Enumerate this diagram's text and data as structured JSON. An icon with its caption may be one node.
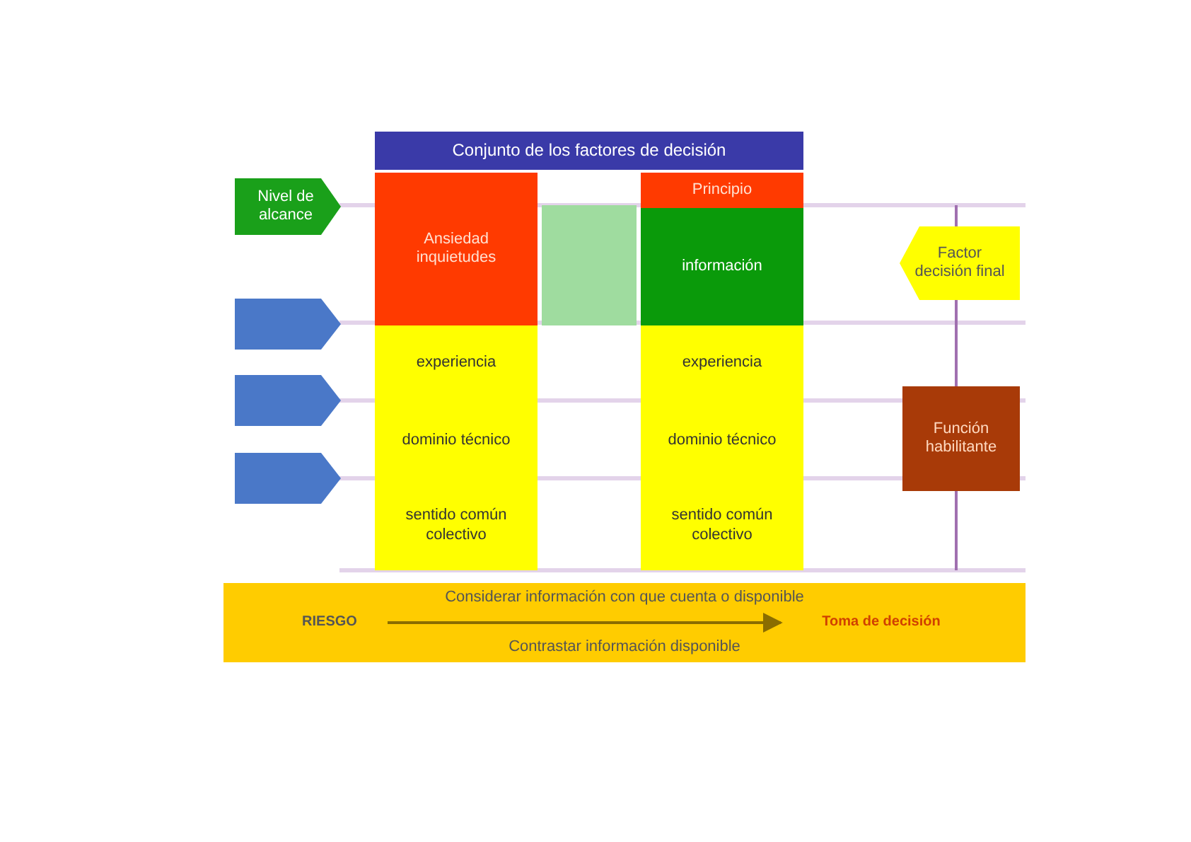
{
  "diagram": {
    "nodes": [
      {
        "text": [
          "Conjunto de los factores de decisión"
        ]
      },
      {
        "text": [
          "Nivel de alcance"
        ]
      },
      {
        "text": [],
        "shape": "pentagon"
      },
      {
        "text": [],
        "shape": "pentagon"
      },
      {
        "text": [],
        "shape": "pentagon"
      },
      {
        "text": [
          "Ansiedad inquietudes"
        ]
      },
      {
        "text": [],
        "shape": "box"
      },
      {
        "text": [
          "Principio"
        ]
      },
      {
        "text": [
          "información"
        ]
      },
      {
        "text": [
          "experiencia"
        ]
      },
      {
        "text": [
          "dominio técnico"
        ]
      },
      {
        "text": [
          "sentido común colectivo"
        ]
      },
      {
        "text": [
          "experiencia"
        ]
      },
      {
        "text": [
          "dominio técnico"
        ]
      },
      {
        "text": [
          "sentido común colectivo"
        ]
      },
      {
        "text": [
          "Factor decisión final"
        ]
      },
      {
        "text": [
          "Función habilitante"
        ]
      },
      {
        "text": [
          "Considerar información con que cuenta o disponible",
          "Contrastar información disponible"
        ]
      },
      {
        "text": [
          "RIESGO"
        ],
        "in": 17
      },
      {
        "text": [
          "Toma de decisión"
        ],
        "in": 17
      }
    ],
    "edges": [
      {
        "from": 15,
        "to": 16,
        "arrow": "none"
      },
      {
        "from": 18,
        "to": 19,
        "arrow": "to",
        "color": "#8a6d00"
      }
    ]
  }
}
